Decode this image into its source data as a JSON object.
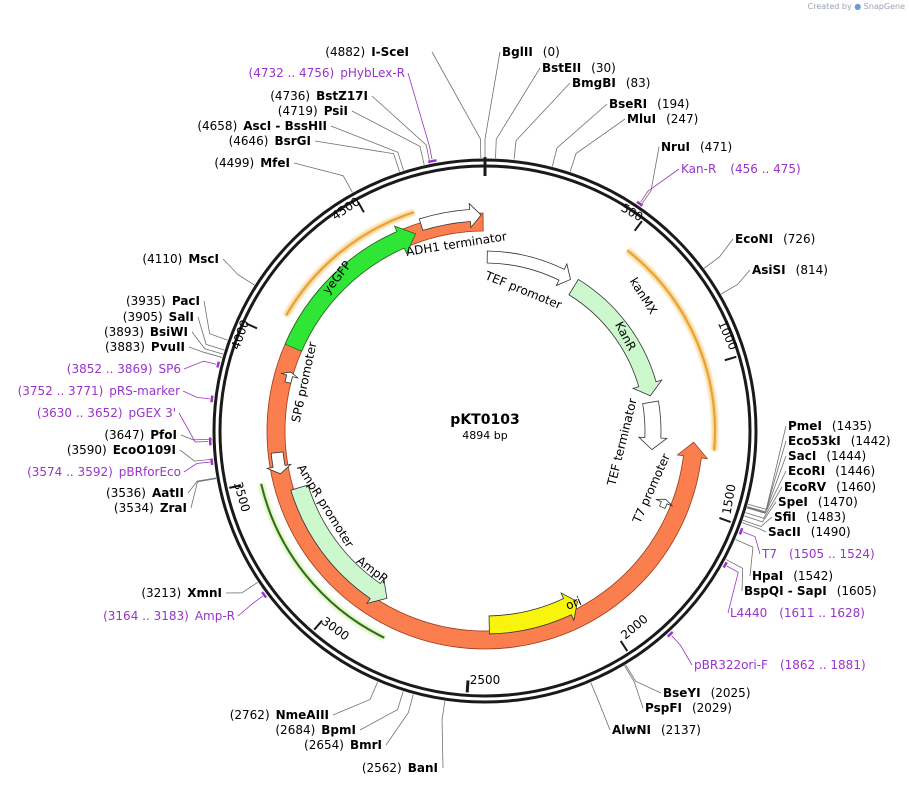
{
  "credit": {
    "prefix": "Created by",
    "brand": "SnapGene"
  },
  "plasmid": {
    "name": "pKT0103",
    "length_label": "4894 bp",
    "length": 4894
  },
  "colors": {
    "ring": "#1a1a1a",
    "site_line": "#707070",
    "primer": "#9a33c9",
    "kanMX": "#fb7e4f",
    "yeGFP": "#2fe637",
    "pale": "#cdf8cd",
    "ori": "#f8f40c",
    "orange_span": "#e9a12e",
    "green_span": "#2f6b1a"
  },
  "ticks": [
    "500",
    "1000",
    "1500",
    "2000",
    "2500",
    "3000",
    "3500",
    "4000",
    "4500"
  ],
  "features": [
    {
      "label": "kanMX",
      "color": "#fb7e4f"
    },
    {
      "label": "KanR",
      "color": "#cdf8cd"
    },
    {
      "label": "yeGFP",
      "color": "#2fe637"
    },
    {
      "label": "AmpR",
      "color": "#cdf8cd"
    },
    {
      "label": "ori",
      "color": "#f8f40c"
    },
    {
      "label": "ADH1 terminator",
      "color": "#ffffff"
    },
    {
      "label": "TEF promoter",
      "color": "#ffffff"
    },
    {
      "label": "TEF terminator",
      "color": "#ffffff"
    },
    {
      "label": "T7 promoter",
      "color": "#ffffff"
    },
    {
      "label": "SP6 promoter",
      "color": "#ffffff"
    },
    {
      "label": "AmpR promoter",
      "color": "#ffffff"
    }
  ],
  "sites": [
    {
      "name": "I-SceI",
      "pos": "(4882)"
    },
    {
      "name": "BglII",
      "pos": "(0)"
    },
    {
      "name": "BstEII",
      "pos": "(30)"
    },
    {
      "name": "BmgBI",
      "pos": "(83)"
    },
    {
      "name": "BseRI",
      "pos": "(194)"
    },
    {
      "name": "MluI",
      "pos": "(247)"
    },
    {
      "name": "NruI",
      "pos": "(471)"
    },
    {
      "name": "EcoNI",
      "pos": "(726)"
    },
    {
      "name": "AsiSI",
      "pos": "(814)"
    },
    {
      "name": "PmeI",
      "pos": "(1435)"
    },
    {
      "name": "Eco53kI",
      "pos": "(1442)"
    },
    {
      "name": "SacI",
      "pos": "(1444)"
    },
    {
      "name": "EcoRI",
      "pos": "(1446)"
    },
    {
      "name": "EcoRV",
      "pos": "(1460)"
    },
    {
      "name": "SpeI",
      "pos": "(1470)"
    },
    {
      "name": "SfiI",
      "pos": "(1483)"
    },
    {
      "name": "SacII",
      "pos": "(1490)"
    },
    {
      "name": "HpaI",
      "pos": "(1542)"
    },
    {
      "name": "BspQI - SapI",
      "pos": "(1605)"
    },
    {
      "name": "BseYI",
      "pos": "(2025)"
    },
    {
      "name": "PspFI",
      "pos": "(2029)"
    },
    {
      "name": "AlwNI",
      "pos": "(2137)"
    },
    {
      "name": "BanI",
      "pos": "(2562)"
    },
    {
      "name": "BmrI",
      "pos": "(2654)"
    },
    {
      "name": "BpmI",
      "pos": "(2684)"
    },
    {
      "name": "NmeAIII",
      "pos": "(2762)"
    },
    {
      "name": "XmnI",
      "pos": "(3213)"
    },
    {
      "name": "ZraI",
      "pos": "(3534)"
    },
    {
      "name": "AatII",
      "pos": "(3536)"
    },
    {
      "name": "EcoO109I",
      "pos": "(3590)"
    },
    {
      "name": "PfoI",
      "pos": "(3647)"
    },
    {
      "name": "PvuII",
      "pos": "(3883)"
    },
    {
      "name": "BsiWI",
      "pos": "(3893)"
    },
    {
      "name": "SalI",
      "pos": "(3905)"
    },
    {
      "name": "PacI",
      "pos": "(3935)"
    },
    {
      "name": "MscI",
      "pos": "(4110)"
    },
    {
      "name": "MfeI",
      "pos": "(4499)"
    },
    {
      "name": "BsrGI",
      "pos": "(4646)"
    },
    {
      "name": "AscI - BssHII",
      "pos": "(4658)"
    },
    {
      "name": "PsiI",
      "pos": "(4719)"
    },
    {
      "name": "BstZ17I",
      "pos": "(4736)"
    }
  ],
  "primers": [
    {
      "name": "pHybLex-R",
      "range": "(4732 .. 4756)"
    },
    {
      "name": "Kan-R",
      "range": "(456 .. 475)"
    },
    {
      "name": "T7",
      "range": "(1505 .. 1524)"
    },
    {
      "name": "L4440",
      "range": "(1611 .. 1628)"
    },
    {
      "name": "pBR322ori-F",
      "range": "(1862 .. 1881)"
    },
    {
      "name": "Amp-R",
      "range": "(3164 .. 3183)"
    },
    {
      "name": "pBRforEco",
      "range": "(3574 .. 3592)"
    },
    {
      "name": "pGEX 3'",
      "range": "(3630 .. 3652)"
    },
    {
      "name": "pRS-marker",
      "range": "(3752 .. 3771)"
    },
    {
      "name": "SP6",
      "range": "(3852 .. 3869)"
    }
  ]
}
